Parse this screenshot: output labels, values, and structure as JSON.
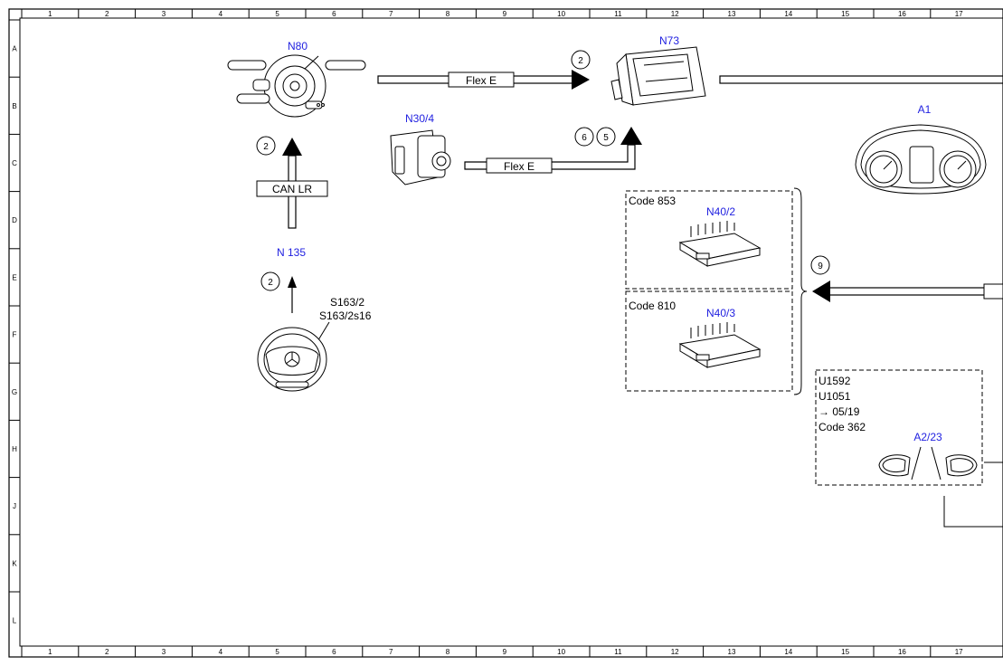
{
  "grid": {
    "columns": [
      "1",
      "2",
      "3",
      "4",
      "5",
      "6",
      "7",
      "8",
      "9",
      "10",
      "11",
      "12",
      "13",
      "14",
      "15",
      "16",
      "17"
    ],
    "rows": [
      "A",
      "B",
      "C",
      "D",
      "E",
      "F",
      "G",
      "H",
      "J",
      "K",
      "L"
    ]
  },
  "components": {
    "n80": "N80",
    "n73": "N73",
    "n30_4": "N30/4",
    "a1": "A1",
    "n135": "N 135",
    "n40_2": "N40/2",
    "n40_3": "N40/3",
    "a2_23": "A2/23"
  },
  "bus_labels": {
    "flex_top": "Flex E",
    "flex_mid": "Flex E",
    "can_lr": "CAN LR"
  },
  "circle_numbers": {
    "n80_in": "2",
    "n73_in": "2",
    "n30_6": "6",
    "n30_5": "5",
    "n135_in": "2",
    "n40_in": "9"
  },
  "switch_labels": {
    "line1": "S163/2",
    "line2": "S163/2s16"
  },
  "code_boxes": {
    "code853": "Code 853",
    "code810": "Code 810"
  },
  "a2_box": {
    "line1": "U1592",
    "line2": "U1051",
    "line3": "→ 05/19",
    "line4": "Code 362"
  },
  "colors": {
    "component_label": "#1f1fe0",
    "line": "#000000"
  }
}
